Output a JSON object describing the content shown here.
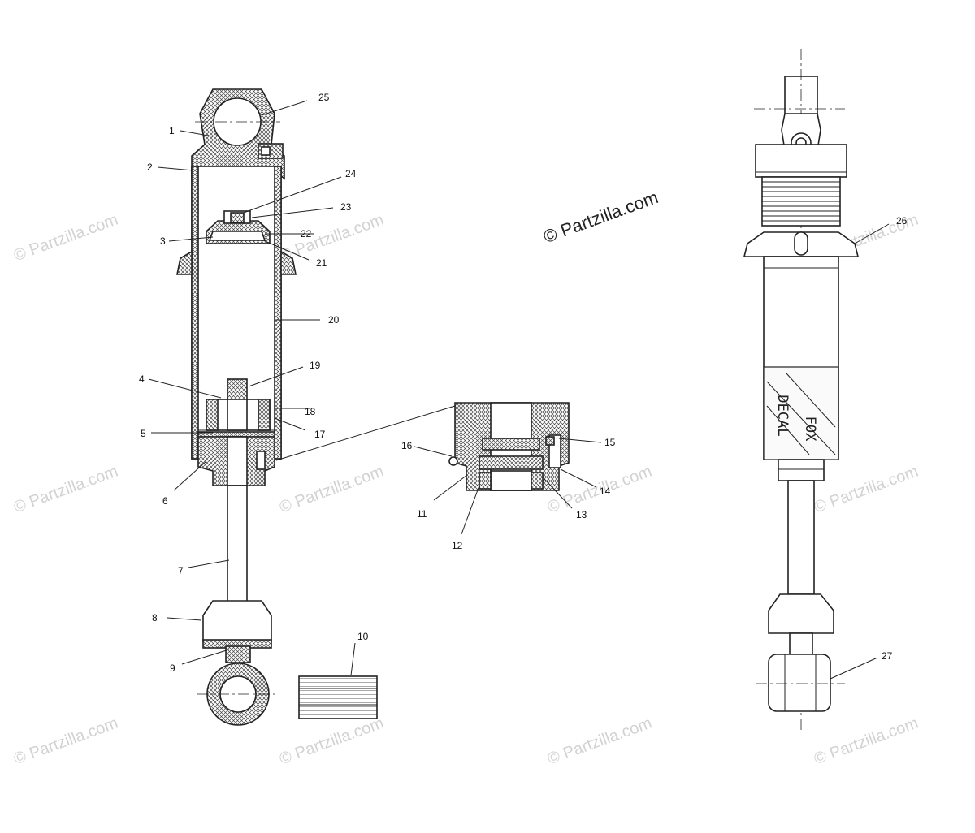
{
  "watermarks": [
    "© Partzilla.com"
  ],
  "brand_watermark": "© Partzilla.com",
  "decal_text": [
    "DECAL",
    "FOX"
  ],
  "callouts": [
    {
      "n": "1"
    },
    {
      "n": "2"
    },
    {
      "n": "3"
    },
    {
      "n": "4"
    },
    {
      "n": "5"
    },
    {
      "n": "6"
    },
    {
      "n": "7"
    },
    {
      "n": "8"
    },
    {
      "n": "9"
    },
    {
      "n": "10"
    },
    {
      "n": "11"
    },
    {
      "n": "12"
    },
    {
      "n": "13"
    },
    {
      "n": "14"
    },
    {
      "n": "15"
    },
    {
      "n": "16"
    },
    {
      "n": "17"
    },
    {
      "n": "18"
    },
    {
      "n": "19"
    },
    {
      "n": "20"
    },
    {
      "n": "21"
    },
    {
      "n": "22"
    },
    {
      "n": "23"
    },
    {
      "n": "24"
    },
    {
      "n": "25"
    },
    {
      "n": "26"
    },
    {
      "n": "27"
    }
  ]
}
